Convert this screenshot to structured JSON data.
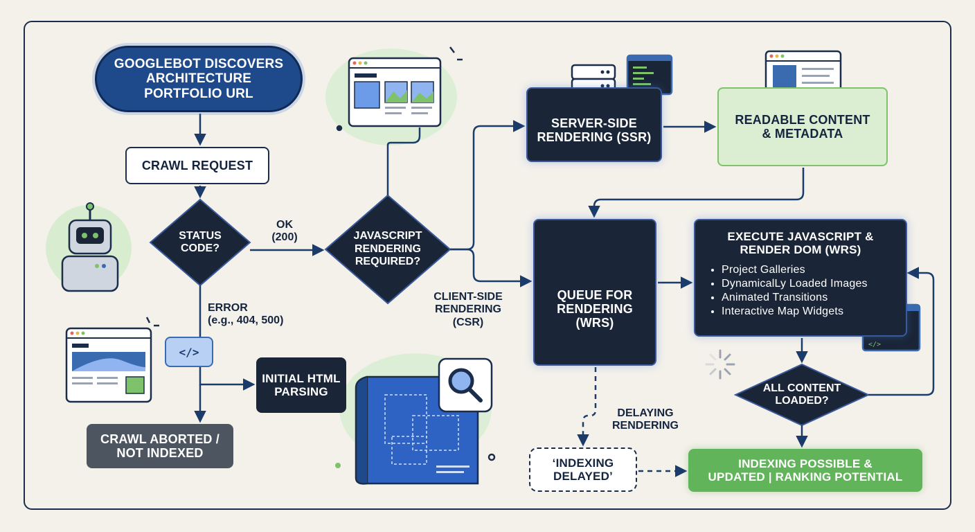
{
  "nodes": {
    "start": "GOOGLEBOT DISCOVERS\nARCHITECTURE\nPORTFOLIO URL",
    "crawl_request": "CRAWL REQUEST",
    "status_code": "STATUS\nCODE?",
    "js_required": "JAVASCRIPT\nRENDERING\nREQUIRED?",
    "ssr": "SERVER-SIDE\nRENDERING (SSR)",
    "readable": "READABLE CONTENT\n& METADATA",
    "queue": "QUEUE FOR\nRENDERING\n(WRS)",
    "execute_title": "EXECUTE JAVASCRIPT &\nRENDER DOM (WRS)",
    "execute_items": [
      "Project Galleries",
      "DynamicalLy Loaded Images",
      "Animated Transitions",
      "Interactive Map Widgets"
    ],
    "all_loaded": "ALL CONTENT\nLOADED?",
    "initial_html": "INITIAL HTML\nPARSING",
    "aborted": "CRAWL ABORTED /\nNOT INDEXED",
    "delayed": "‘INDEXING\nDELAYED’",
    "possible": "INDEXING POSSIBLE &\nUPDATED | RANKING POTENTIAL"
  },
  "labels": {
    "ok": "OK\n(200)",
    "error": "ERROR\n(e.g., 404, 500)",
    "csr": "CLIENT-SIDE\nRENDERING\n(CSR)",
    "delaying": "DELAYING\nRENDERING"
  },
  "icons": {
    "code_tag": "</>",
    "names": [
      "robot-icon",
      "browser-wireframe-icon",
      "server-stack-icon",
      "terminal-icon",
      "gear-icon",
      "blueprint-icon",
      "magnifier-icon",
      "spinner-icon",
      "webpage-icon"
    ]
  },
  "colors": {
    "navy": "#1a2537",
    "blue": "#1e4a8c",
    "green": "#62b45a",
    "light_green": "#dbeed2",
    "gray": "#4d5660",
    "line": "#1b3b6a"
  }
}
